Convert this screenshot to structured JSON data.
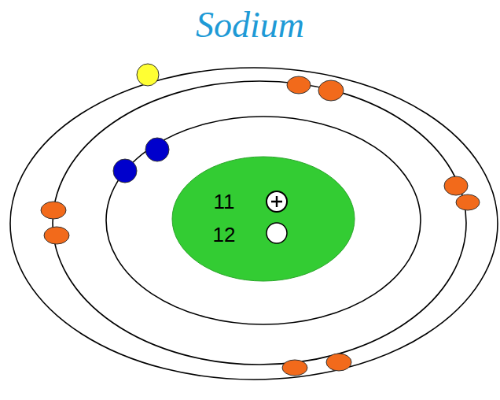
{
  "diagram": {
    "title": "Sodium",
    "nodes": [
      {
        "text": [
          "11",
          "12"
        ]
      }
    ]
  }
}
